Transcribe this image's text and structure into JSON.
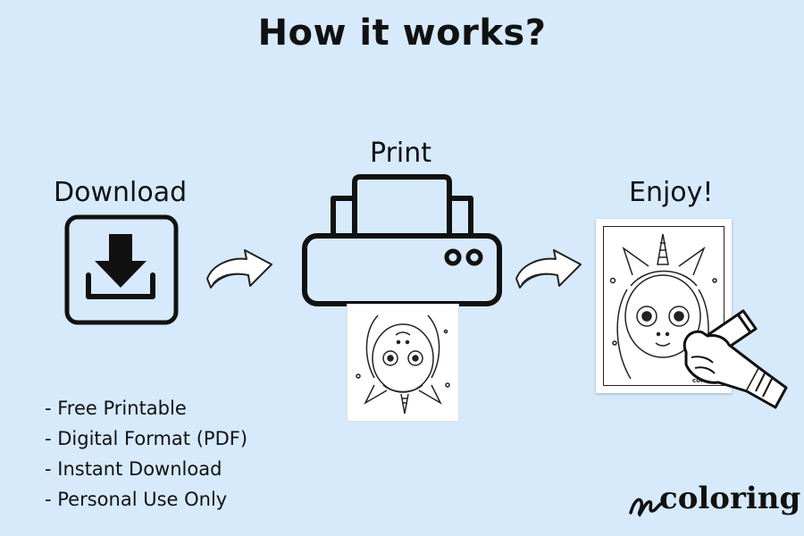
{
  "title": "How it works?",
  "steps": {
    "download": "Download",
    "print": "Print",
    "enjoy": "Enjoy!"
  },
  "features": [
    "- Free Printable",
    "- Digital Format (PDF)",
    "- Instant Download",
    "- Personal Use Only"
  ],
  "brand": "coloring",
  "sheet_brand": "coloring",
  "colors": {
    "background": "#d6eafb",
    "ink": "#111111"
  },
  "icons": {
    "download": "download-icon",
    "printer": "printer-icon",
    "arrow": "curved-arrow-icon",
    "hand": "hand-drawing-icon",
    "pencil": "pencil-icon"
  }
}
